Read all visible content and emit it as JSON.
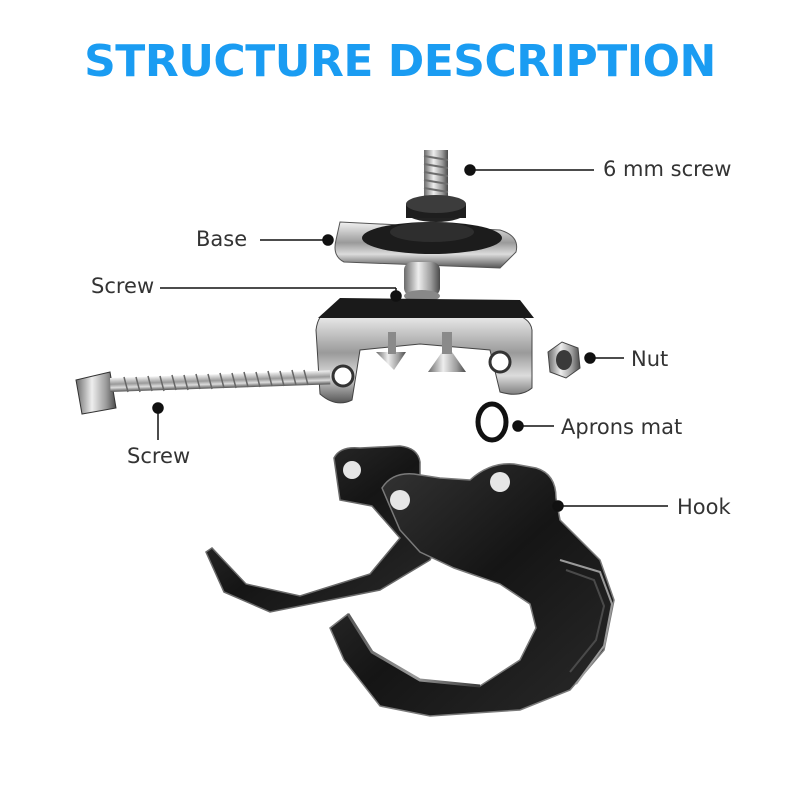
{
  "title": "STRUCTURE DESCRIPTION",
  "colors": {
    "title": "#1a9cf2",
    "label": "#333333",
    "leader": "#111111"
  },
  "labels": {
    "six_mm_screw": "6 mm screw",
    "base": "Base",
    "screw_top": "Screw",
    "nut": "Nut",
    "aprons_mat": "Aprons mat",
    "screw_long": "Screw",
    "hook": "Hook"
  }
}
